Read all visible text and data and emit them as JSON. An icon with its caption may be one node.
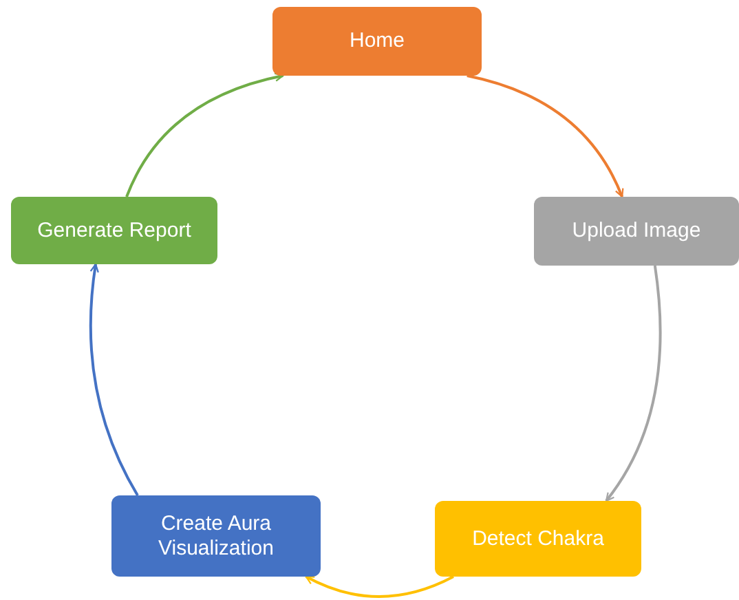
{
  "diagram": {
    "nodes": [
      {
        "text": [
          "Home"
        ]
      },
      {
        "text": [
          "Upload Image"
        ]
      },
      {
        "text": [
          "Detect Chakra"
        ]
      },
      {
        "text": [
          "Create Aura Visualization"
        ]
      },
      {
        "text": [
          "Generate Report"
        ]
      }
    ],
    "edges": [
      {
        "from": 0,
        "to": 1,
        "arrow": "to",
        "color": "#ed7d31"
      },
      {
        "from": 1,
        "to": 2,
        "arrow": "to",
        "color": "#a5a5a5"
      },
      {
        "from": 2,
        "to": 3,
        "arrow": "to",
        "color": "#ffc000"
      },
      {
        "from": 3,
        "to": 4,
        "arrow": "to",
        "color": "#4472c4"
      },
      {
        "from": 4,
        "to": 0,
        "arrow": "to",
        "color": "#70ad47"
      }
    ]
  }
}
